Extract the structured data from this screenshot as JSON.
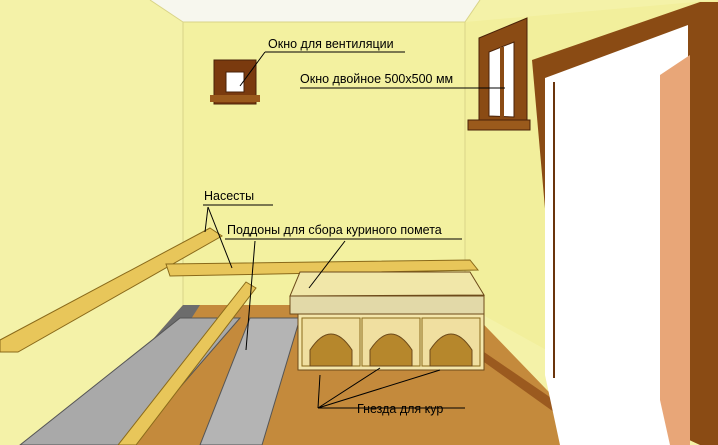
{
  "labels": {
    "vent_window": "Окно для вентиляции",
    "double_window": "Окно двойное 500х500 мм",
    "perches": "Насесты",
    "trays": "Поддоны для сбора куриного помета",
    "nests": "Гнезда для кур"
  },
  "colors": {
    "wall_left": "#f4f2a8",
    "wall_back": "#f3f1a0",
    "wall_right": "#f2ef9c",
    "ceiling": "#f7f7ee",
    "floor": "#c48a3c",
    "wood_dark": "#8a4b14",
    "wood_light": "#e8c65a",
    "tray_grey": "#aaaaaa",
    "door_panel": "#e8a678"
  }
}
